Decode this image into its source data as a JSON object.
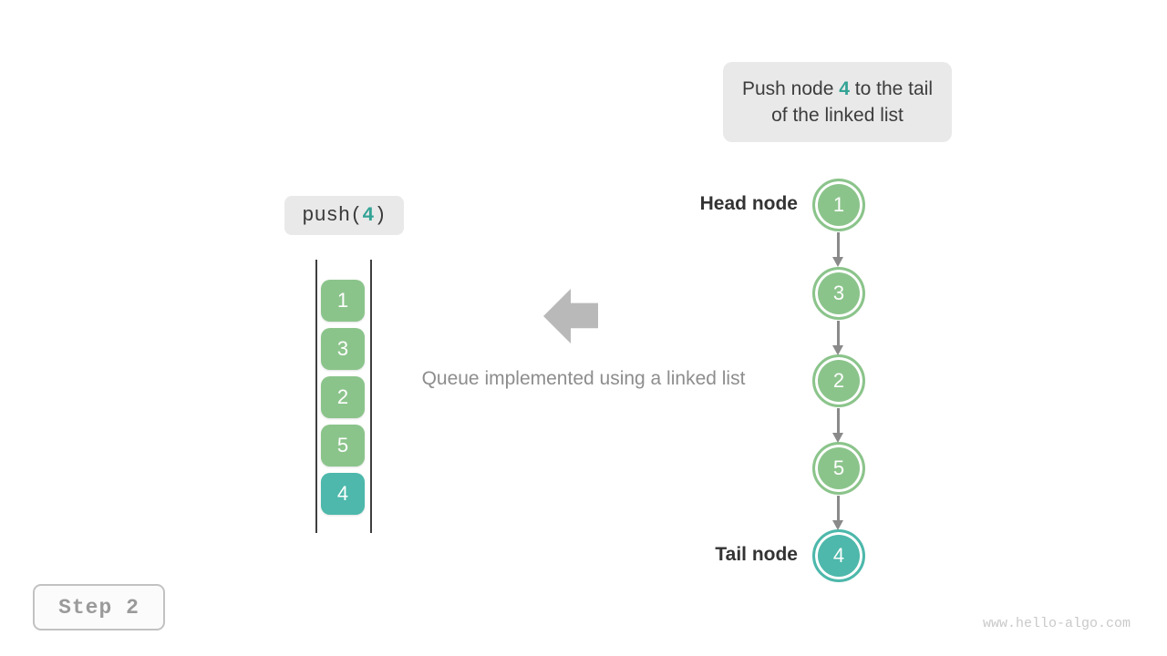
{
  "callout": {
    "prefix": "Push node ",
    "highlight": "4",
    "suffix": " to the tail of the linked list"
  },
  "operation": {
    "prefix": "push(",
    "arg": "4",
    "suffix": ")"
  },
  "queue": {
    "items": [
      {
        "value": "1",
        "color": "green"
      },
      {
        "value": "3",
        "color": "green"
      },
      {
        "value": "2",
        "color": "green"
      },
      {
        "value": "5",
        "color": "green"
      },
      {
        "value": "4",
        "color": "teal"
      }
    ]
  },
  "caption": "Queue implemented using a linked list",
  "linked_list": {
    "head_label": "Head node",
    "tail_label": "Tail node",
    "nodes": [
      {
        "value": "1",
        "color": "green"
      },
      {
        "value": "3",
        "color": "green"
      },
      {
        "value": "2",
        "color": "green"
      },
      {
        "value": "5",
        "color": "green"
      },
      {
        "value": "4",
        "color": "teal"
      }
    ]
  },
  "step_badge": "Step 2",
  "watermark": "www.hello-algo.com",
  "colors": {
    "node_green": "#8bc48b",
    "node_teal": "#4db8ab",
    "accent_text": "#33a395",
    "chip_background": "#e9e9e9",
    "arrow_gray": "#b9b9b9",
    "connector_gray": "#8a8a8a"
  }
}
